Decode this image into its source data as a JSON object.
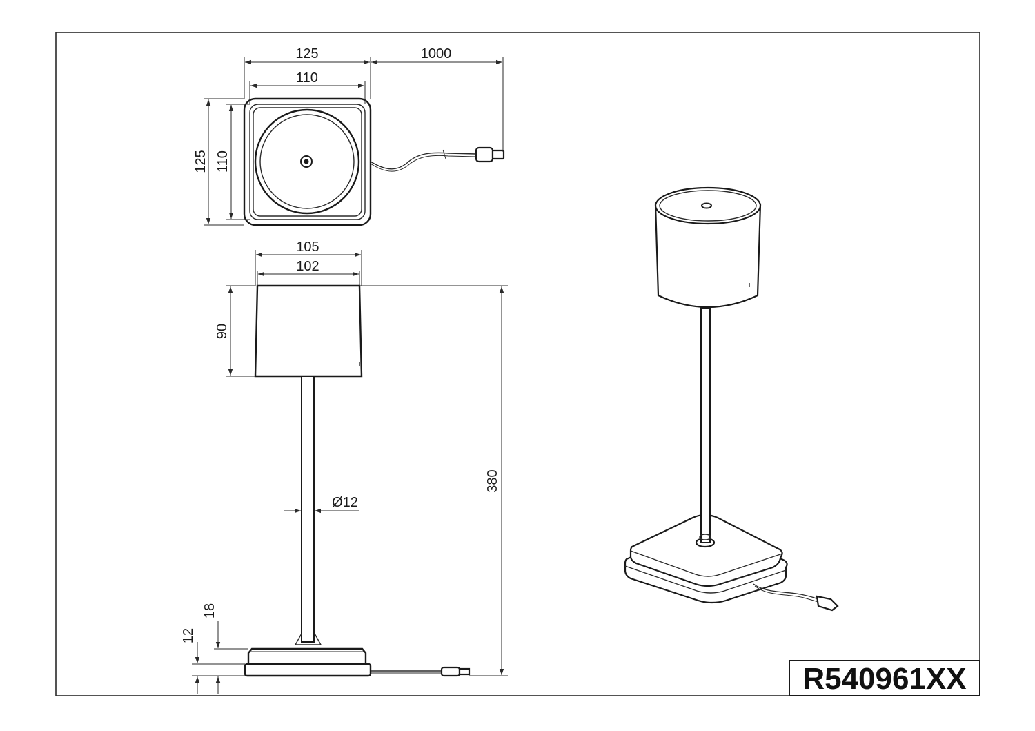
{
  "top_view": {
    "outer_width": "125",
    "inner_width": "110",
    "cable_length": "1000",
    "outer_depth": "125",
    "inner_depth": "110"
  },
  "side_view": {
    "shade_outer_diameter": "105",
    "shade_inner_diameter": "102",
    "shade_height": "90",
    "total_height": "380",
    "stem_diameter": "Ø12",
    "base_height": "18",
    "foot_height": "12"
  },
  "title_block": {
    "part_number": "R540961XX"
  }
}
